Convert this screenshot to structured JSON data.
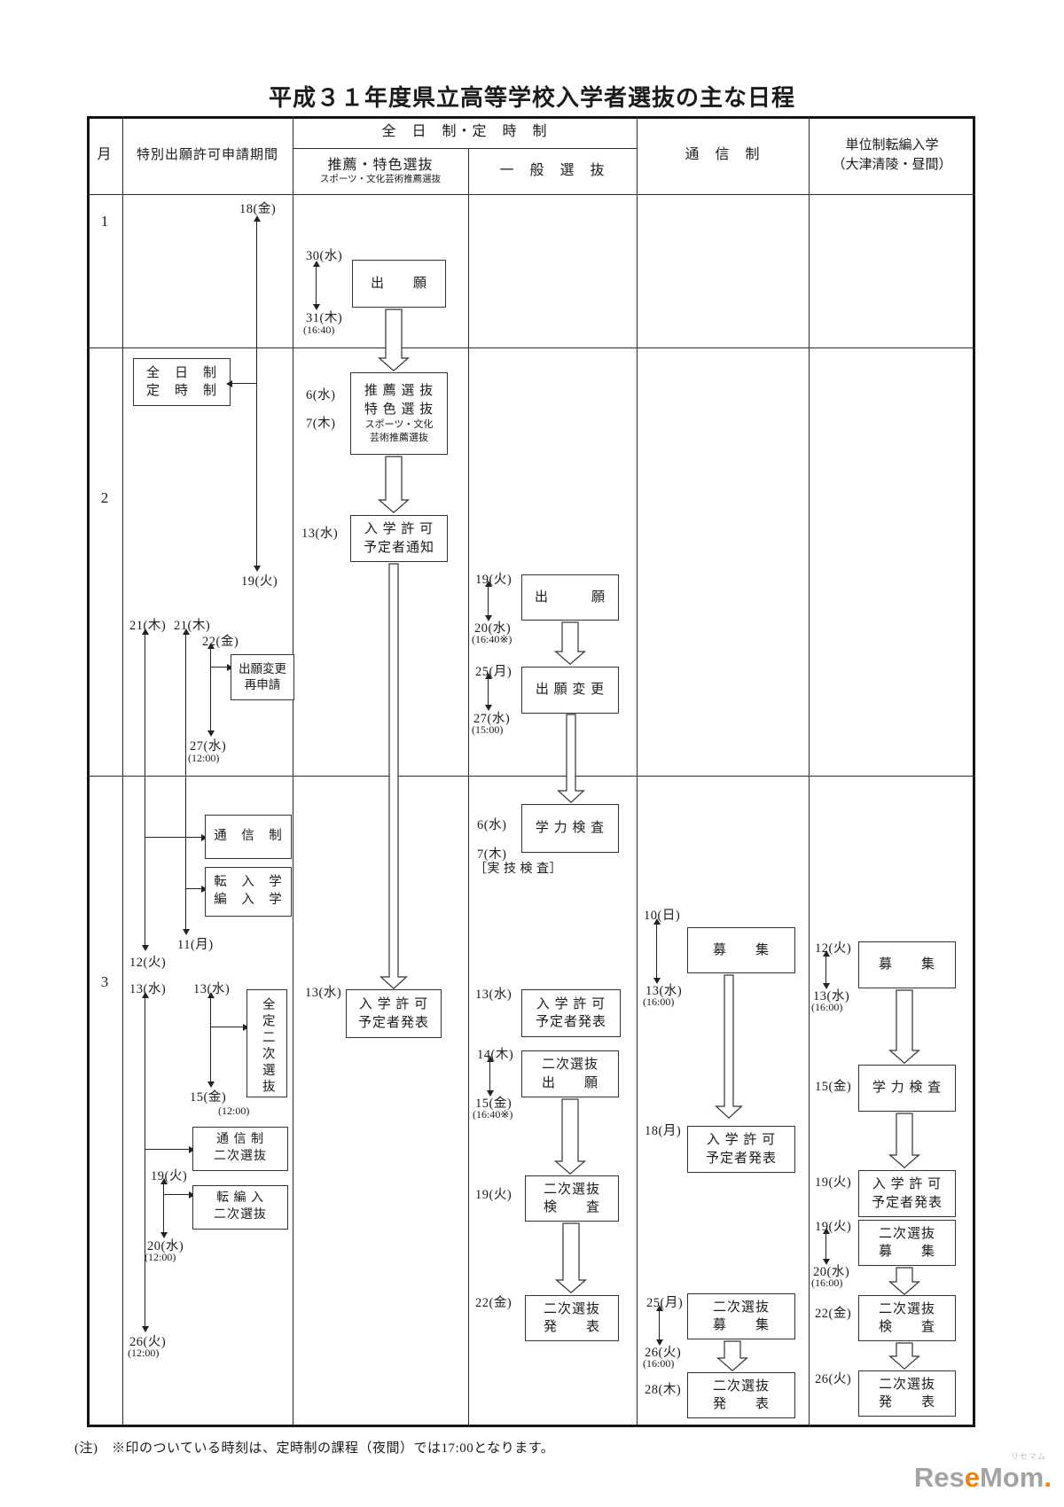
{
  "title": "平成３１年度県立高等学校入学者選抜の主な日程",
  "header": {
    "month": "月",
    "special_period": "特別出願許可申請期間",
    "fulltime_parttime": "全　日　制・定　時　制",
    "suisen": "推薦・特色選抜",
    "suisen_sub": "スポーツ・文化芸術推薦選抜",
    "ippan": "一　般　選　抜",
    "tsushin": "通　信　制",
    "tanisei": "単位制転編入学",
    "tanisei_sub": "（大津清陵・昼間）"
  },
  "months": {
    "m1": "1",
    "m2": "2",
    "m3": "3"
  },
  "c2": {
    "d18": "18(金)",
    "d19": "19(火)",
    "box_zennichi": "全　日　制\n定　時　制",
    "d21a": "21(木)",
    "d21b": "21(木)",
    "d22": "22(金)",
    "box_henko": "出願変更\n再申請",
    "d27": "27(水)",
    "t27": "(12:00)",
    "box_tsushin": "通　信　制",
    "box_tennyu": "転　入　学\n編　入　学",
    "d11": "11(月)",
    "d12": "12(火)",
    "d13a": "13(水)",
    "d13b": "13(水)",
    "box_zentei": "全定二次選抜",
    "d15": "15(金)",
    "t15": "(12:00)",
    "box_tsushin2": "通 信 制\n二次選抜",
    "d19b": "19(火)",
    "d20": "20(水)",
    "t20": "(12:00)",
    "box_tenpen": "転 編 入\n二次選抜",
    "d26": "26(火)",
    "t26": "(12:00)"
  },
  "c3": {
    "d30": "30(水)",
    "d31": "31(木)",
    "t31": "(16:40)",
    "box_shutsugan": "出　　願",
    "d6": "6(水)",
    "d7": "7(木)",
    "box_suisen_main": "推 薦 選 抜\n特 色 選 抜",
    "box_suisen_sub": "スポーツ・文化\n芸術推薦選抜",
    "d13": "13(水)",
    "box_tsuchi": "入 学 許 可\n予定者通知",
    "d13b": "13(水)",
    "box_happyo": "入 学 許 可\n予定者発表"
  },
  "c4": {
    "d19": "19(火)",
    "d20": "20(水)",
    "t20": "(16:40※)",
    "box_shutsugan": "出　　　願",
    "d25": "25(月)",
    "d27": "27(水)",
    "t27": "(15:00)",
    "box_henko": "出 願 変 更",
    "d6": "6(水)",
    "d7": "7(木)",
    "jitsugi": "［実 技 検 査］",
    "box_gakuryoku": "学 力 検 査",
    "d13": "13(水)",
    "box_happyo": "入 学 許 可\n予定者発表",
    "d14": "14(木)",
    "d15": "15(金)",
    "t15": "(16:40※)",
    "box_niji_shutsugan": "二次選抜\n出　　願",
    "d19b": "19(火)",
    "box_niji_kensa": "二次選抜\n検　　査",
    "d22": "22(金)",
    "box_niji_happyo": "二次選抜\n発　　表"
  },
  "c5": {
    "d10": "10(日)",
    "d13": "13(水)",
    "t13": "(16:00)",
    "box_boshu": "募　　集",
    "d18": "18(月)",
    "box_happyo": "入 学 許 可\n予定者発表",
    "d25": "25(月)",
    "d26": "26(火)",
    "t26": "(16:00)",
    "box_niji_boshu": "二次選抜\n募　　集",
    "d28": "28(木)",
    "box_niji_happyo": "二次選抜\n発　　表"
  },
  "c6": {
    "d12": "12(火)",
    "d13": "13(水)",
    "t13": "(16:00)",
    "box_boshu": "募　　集",
    "d15": "15(金)",
    "box_gakuryoku": "学 力 検 査",
    "d19": "19(火)",
    "box_happyo": "入 学 許 可\n予定者発表",
    "d19b": "19(火)",
    "d20": "20(水)",
    "t20": "(16:00)",
    "box_niji_boshu": "二次選抜\n募　　集",
    "d22": "22(金)",
    "box_niji_kensa": "二次選抜\n検　　査",
    "d26": "26(火)",
    "box_niji_happyo": "二次選抜\n発　　表"
  },
  "footnote": "(注)　※印のついている時刻は、定時制の課程（夜間）では17:00となります。",
  "watermark": {
    "ruby": "リセマム",
    "p1": "Res",
    "p2": "e",
    "p3": "Mom",
    "p4": "."
  }
}
